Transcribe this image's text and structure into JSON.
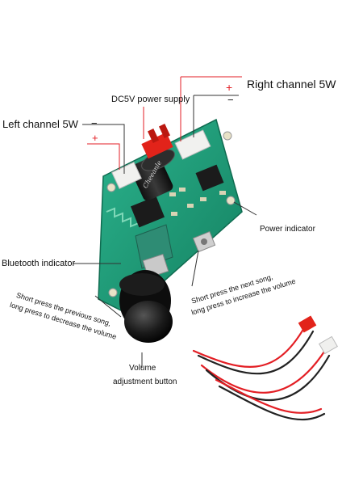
{
  "labels": {
    "right_channel": "Right channel 5W",
    "dc5v": "DC5V power supply",
    "left_channel": "Left channel 5W",
    "power_indicator": "Power indicator",
    "bluetooth_indicator": "Bluetooth indicator",
    "prev_song": "Short press the previous song,",
    "decrease_volume": "long press to decrease the volume",
    "next_song": "Short press the next song,",
    "increase_volume": "long press to increase the volume",
    "volume": "Volume",
    "adjustment_button": "adjustment button"
  },
  "polarity": {
    "plus": "+",
    "minus": "−"
  },
  "capacitor_text": "Cheeanle",
  "colors": {
    "pcb": "#1f9a7a",
    "wire_red": "#e31e24",
    "wire_black": "#222222",
    "knob": "#111111"
  }
}
